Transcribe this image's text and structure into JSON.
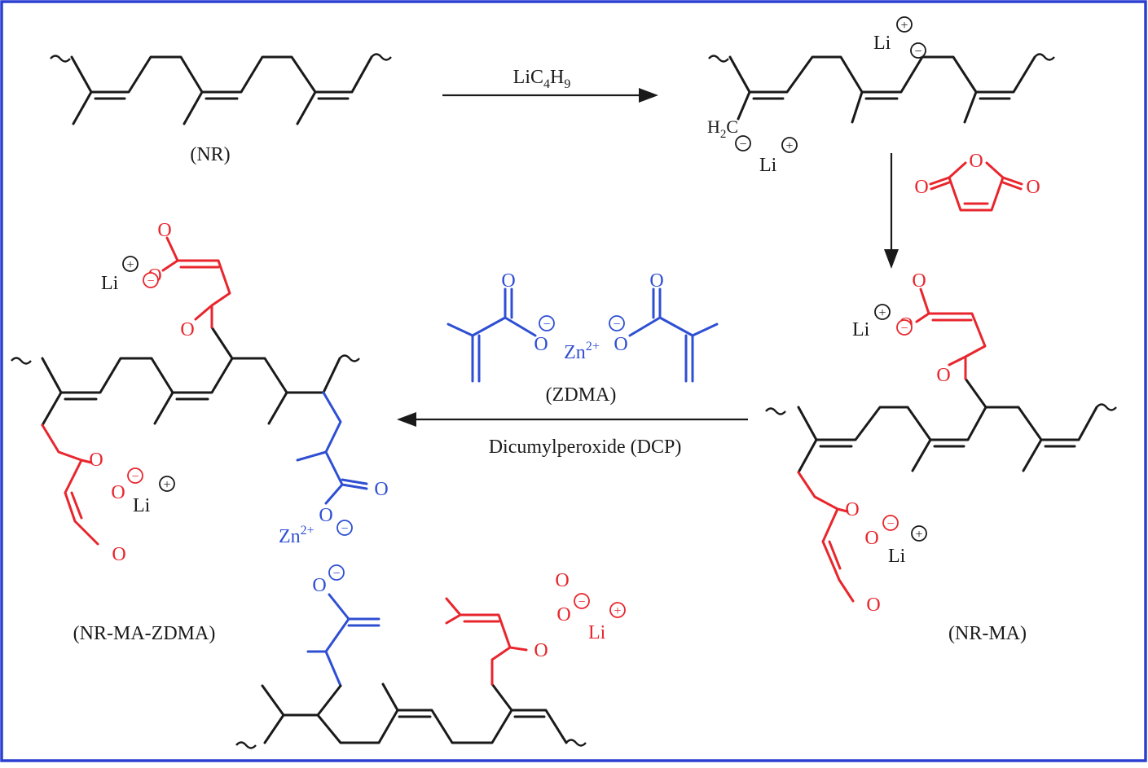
{
  "colors": {
    "frame": "#2a3fd1",
    "backbone": "#1a1a1a",
    "maleic": "#e8262d",
    "zdma": "#2f4fd3"
  },
  "labels": {
    "nr": "(NR)",
    "nr_ma": "(NR-MA)",
    "zdma": "(ZDMA)",
    "nr_ma_zdma": "(NR-MA-ZDMA)"
  },
  "reagents": {
    "butyllithium_base": "LiC",
    "butyllithium_sub1": "4",
    "butyllithium_mid": "H",
    "butyllithium_sub2": "9",
    "initiator": "Dicumylperoxide (DCP)"
  },
  "atoms": {
    "oxygen": "O",
    "lithium": "Li",
    "zinc": "Zn",
    "zinc_charge": "2+",
    "methylene_h": "H",
    "methylene_sub": "2",
    "methylene_c": "C"
  },
  "charges": {
    "plus": "+",
    "minus": "−"
  }
}
